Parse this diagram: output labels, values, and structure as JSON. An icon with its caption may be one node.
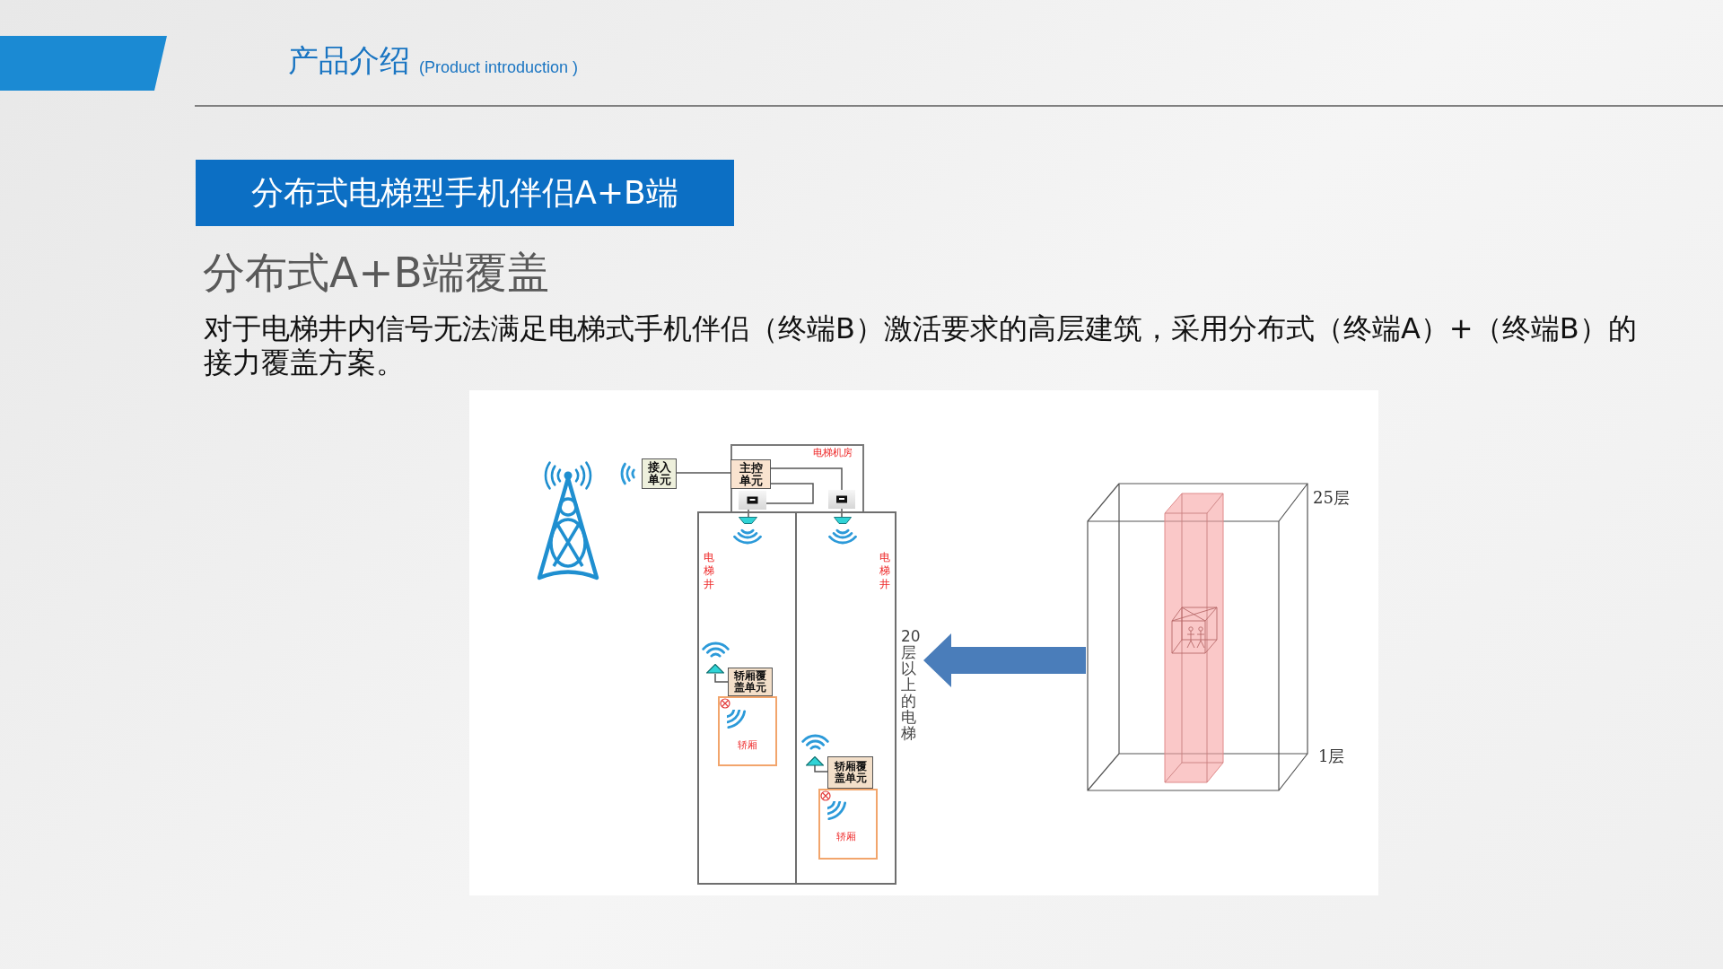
{
  "diagram": {
    "title": "产品介绍",
    "nodes": [
      {
        "text": [
          "分布式电梯型手机伴侣A+B端"
        ]
      },
      {
        "text": [
          "接入单元"
        ]
      },
      {
        "text": [
          "电梯机房"
        ]
      },
      {
        "text": [
          "主控单元"
        ],
        "in": 2
      },
      {
        "text": [],
        "shape": "box",
        "in": 2
      },
      {
        "text": [],
        "shape": "box",
        "in": 2
      },
      {
        "text": [
          "电梯井"
        ]
      },
      {
        "text": [],
        "shape": "trapezoid",
        "in": 6
      },
      {
        "text": [
          "轿厢覆盖单元"
        ],
        "in": 6
      },
      {
        "text": [],
        "shape": "triangle",
        "in": 6
      },
      {
        "text": [
          "轿厢"
        ],
        "in": 6
      },
      {
        "text": [
          "电梯井"
        ]
      },
      {
        "text": [],
        "shape": "trapezoid",
        "in": 11
      },
      {
        "text": [
          "轿厢覆盖单元"
        ],
        "in": 11
      },
      {
        "text": [],
        "shape": "triangle",
        "in": 11
      },
      {
        "text": [
          "轿厢"
        ],
        "in": 11
      },
      {
        "text": [
          "20层以上的电梯"
        ]
      },
      {
        "text": [],
        "shape": "picture",
        "beside": [
          "25层",
          "1层"
        ]
      }
    ],
    "edges": [
      {
        "from": 1,
        "to": 3,
        "arrow": "none"
      },
      {
        "from": 3,
        "to": 5,
        "arrow": "none"
      },
      {
        "from": 3,
        "to": 4,
        "arrow": "none"
      },
      {
        "from": 4,
        "to": 7,
        "arrow": "none"
      },
      {
        "from": 5,
        "to": 12,
        "arrow": "none"
      },
      {
        "from": 8,
        "to": 9,
        "arrow": "none"
      },
      {
        "from": 13,
        "to": 14,
        "arrow": "none"
      },
      {
        "from": 17,
        "to": 16,
        "arrow": "to",
        "style": "thick",
        "color": "#4a7dba"
      }
    ],
    "labels": [
      "(Product introduction )",
      "分布式A+B端覆盖",
      "对于电梯井内信号无法满足电梯式手机伴侣（终端B）激活要求的高层建筑，采用分布式（终端A）+（终端B）的接力覆盖方案。"
    ]
  }
}
